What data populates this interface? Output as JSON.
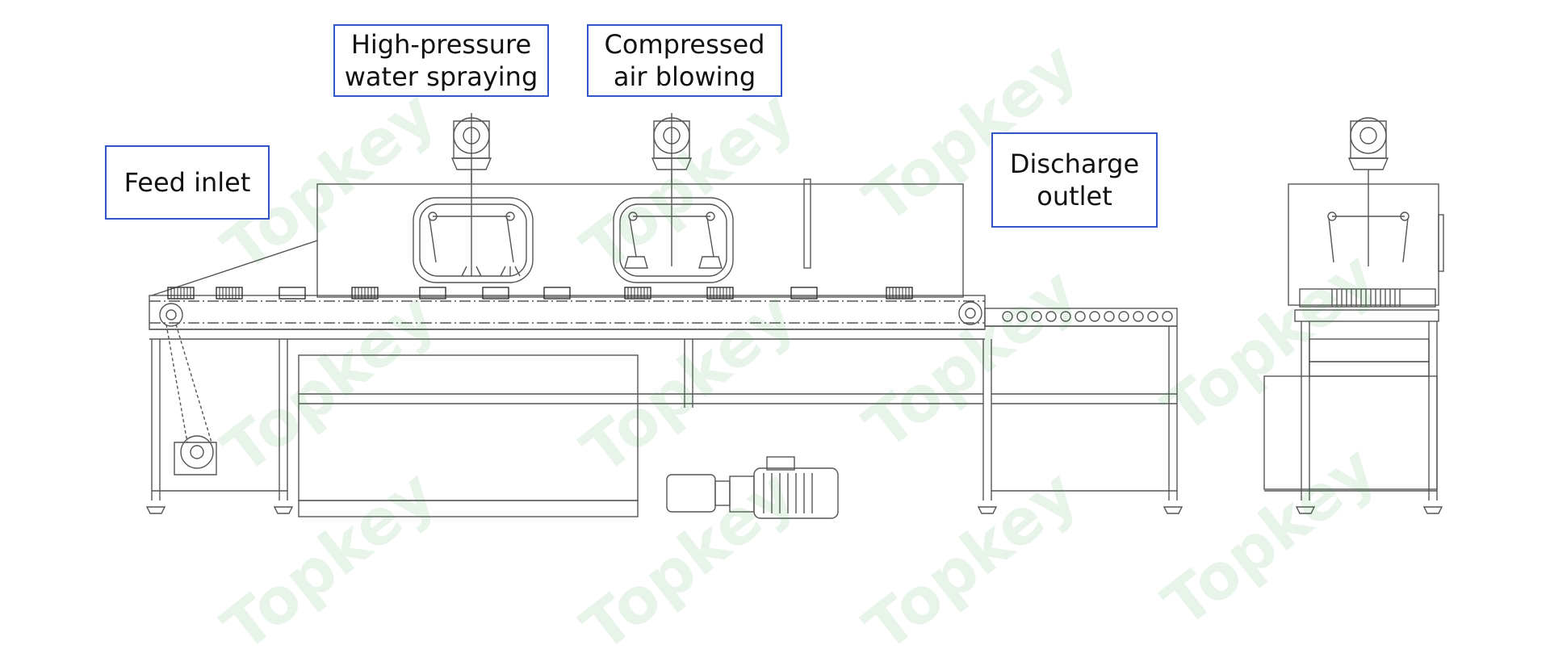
{
  "labels": {
    "feed_inlet": "Feed inlet",
    "water_line1": "High-pressure",
    "water_line2": "water spraying",
    "air_line1": "Compressed",
    "air_line2": "air blowing",
    "discharge_line1": "Discharge",
    "discharge_line2": "outlet"
  },
  "watermark": {
    "text": "Topkey",
    "color": "#2a9a3a"
  },
  "colors": {
    "label_border": "#2f55c8",
    "line": "#555555"
  }
}
